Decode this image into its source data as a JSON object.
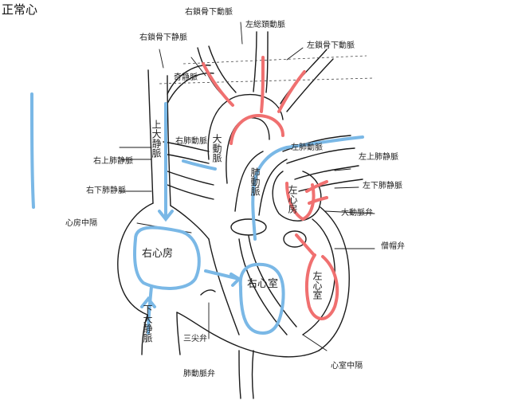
{
  "title": "正常心",
  "labels": {
    "right_subclavian_artery": "右鎖骨下動脈",
    "left_carotid_artery": "左総頚動脈",
    "right_subclavian_vein": "右鎖骨下静脈",
    "left_subclavian_artery": "左鎖骨下動脈",
    "azygos_vein": "奇静脈",
    "superior_vena_cava": "上大静脈",
    "right_pulmonary_artery": "右肺動脈",
    "aorta": "大動脈",
    "left_pulmonary_artery": "左肺動脈",
    "left_upper_pulmonary_vein": "左上肺静脈",
    "right_upper_pulmonary_vein": "右上肺静脈",
    "pulmonary_artery": "肺動脈",
    "left_lower_pulmonary_vein": "左下肺静脈",
    "right_lower_pulmonary_vein": "右下肺静脈",
    "left_atrium": "左心房",
    "mitral_valve": "大動脈弁",
    "atrial_septum": "心房中隔",
    "right_atrium": "右心房",
    "papillary": "僧帽弁",
    "left_ventricle": "左心室",
    "right_ventricle": "右心室",
    "inferior_vena_cava": "下大静脈",
    "tricuspid_valve": "三尖弁",
    "ventricular_septum": "心室中隔",
    "pulmonary_valve": "肺動脈弁"
  },
  "colors": {
    "oxygenated": "#f07070",
    "deoxygenated": "#7ab8e6",
    "ink": "#1a1a1a"
  }
}
